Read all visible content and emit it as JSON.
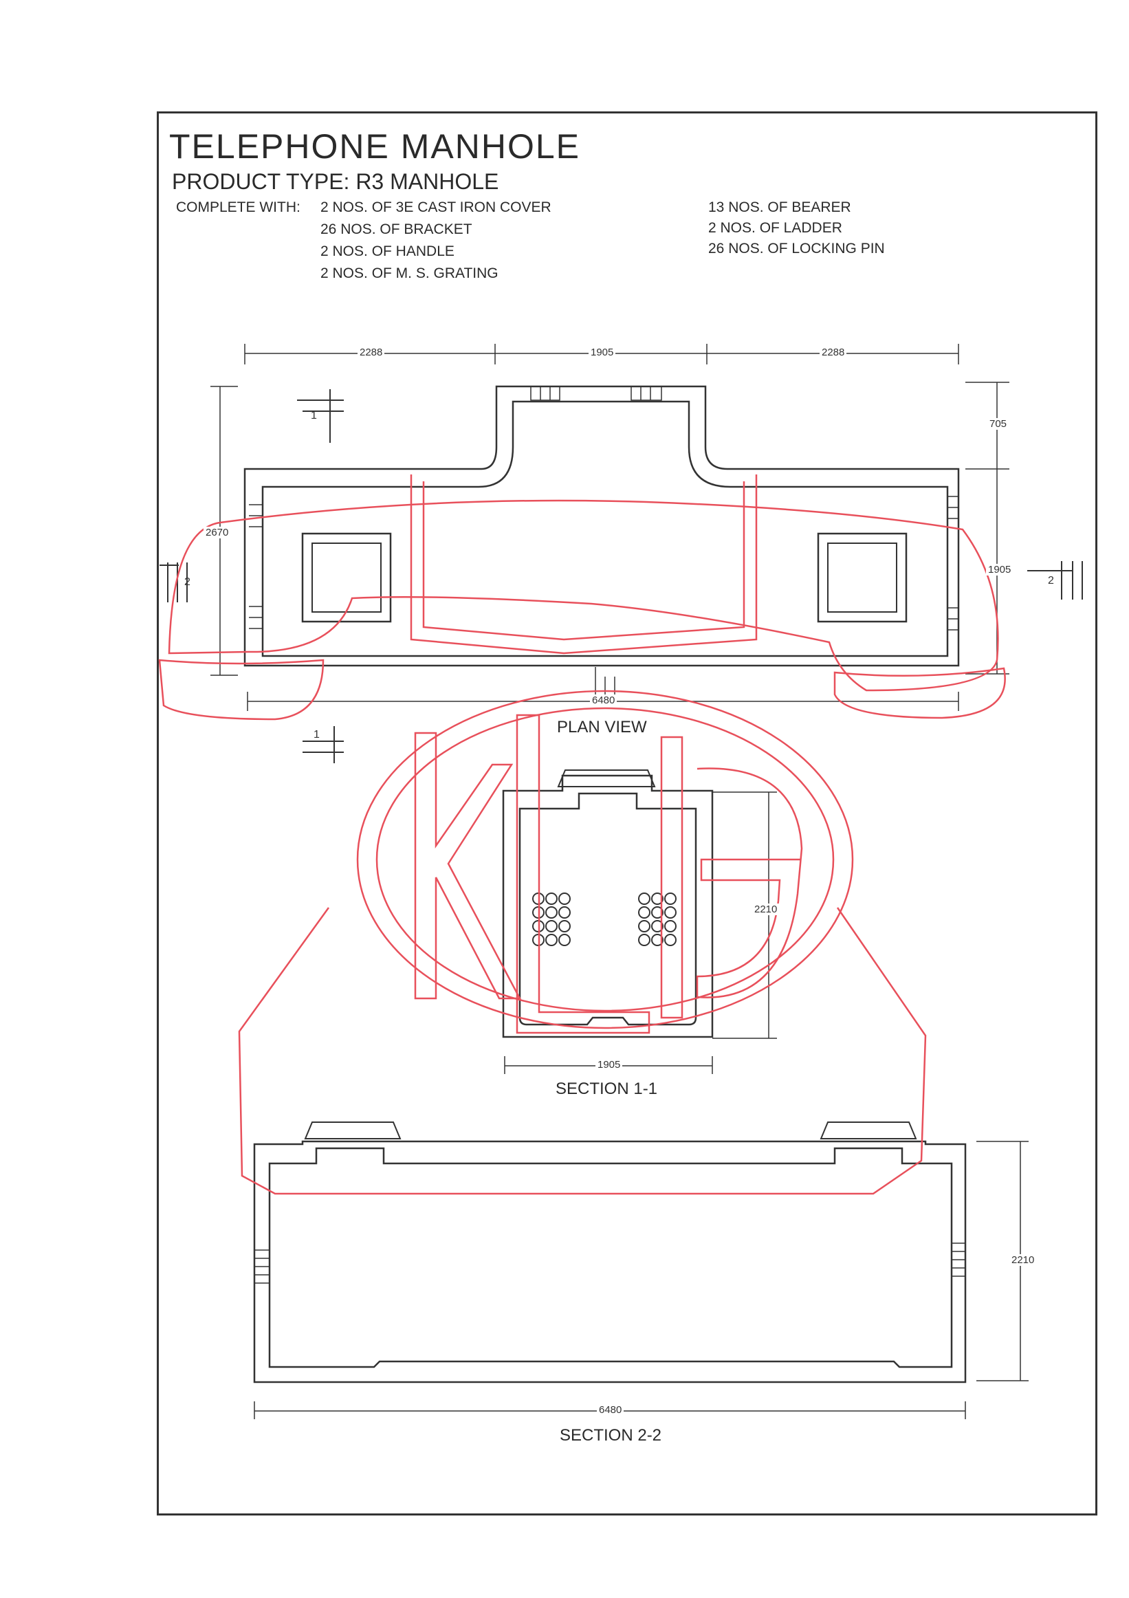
{
  "header": {
    "title": "TELEPHONE MANHOLE",
    "product_type": "PRODUCT TYPE:   R3 MANHOLE",
    "complete_with_label": "COMPLETE WITH:",
    "items_left": [
      "2 NOS. OF 3E CAST IRON COVER",
      "26 NOS. OF BRACKET",
      "2 NOS. OF HANDLE",
      "2 NOS. OF M. S. GRATING"
    ],
    "items_right": [
      "13 NOS. OF BEARER",
      "2 NOS. OF LADDER",
      "26 NOS. OF LOCKING PIN"
    ]
  },
  "plan_view": {
    "caption": "PLAN VIEW",
    "dims": {
      "left_width": "2288",
      "center_width": "1905",
      "right_width": "2288",
      "neck_depth": "705",
      "body_depth": "1905",
      "overall_depth": "2670",
      "overall_length": "6480"
    },
    "section_marks": {
      "s1_top": "1",
      "s1_bottom": "1",
      "s2_left": "2",
      "s2_right": "2"
    }
  },
  "section_1_1": {
    "caption": "SECTION 1-1",
    "dims": {
      "height": "2210",
      "width": "1905"
    }
  },
  "section_2_2": {
    "caption": "SECTION 2-2",
    "dims": {
      "height": "2210",
      "length": "6480"
    }
  },
  "stamp": {
    "color": "#e8505b",
    "letters": "KLG"
  },
  "colors": {
    "linework": "#333333",
    "stamp": "#e8505b"
  }
}
